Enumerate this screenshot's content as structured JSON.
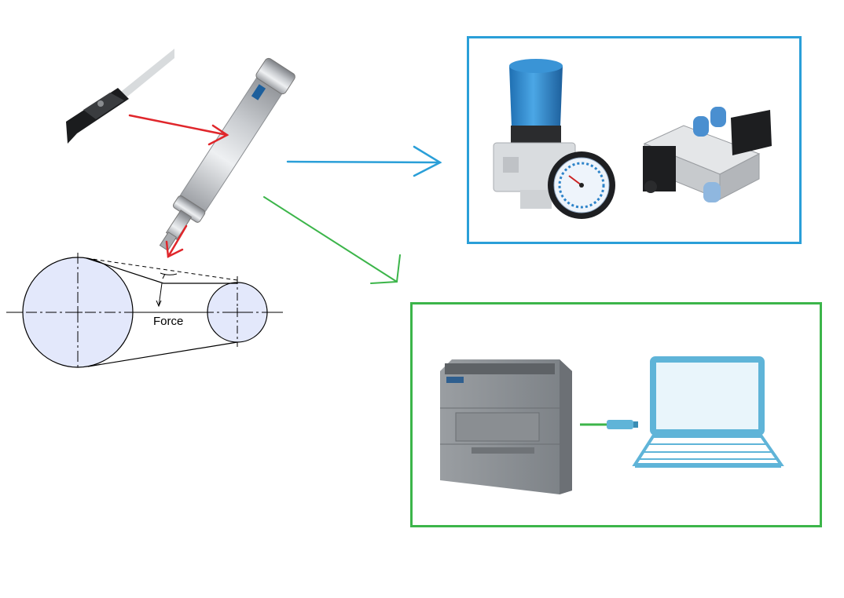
{
  "diagram": {
    "force_label": "Force",
    "colors": {
      "sensor_arrow": "#e0262b",
      "pneumatic_arrow": "#2a9fd8",
      "control_arrow": "#3cb54a",
      "pulley_fill": "#e3e8fb",
      "plc_body": "#8d9195",
      "laptop": "#5fb4d8"
    },
    "components": [
      {
        "name": "proximity-sensor",
        "icon": "sensor-icon"
      },
      {
        "name": "pneumatic-cylinder",
        "icon": "cylinder-icon"
      },
      {
        "name": "belt-pulley-system",
        "icon": "pulley-icon"
      },
      {
        "name": "pressure-regulator",
        "icon": "regulator-icon"
      },
      {
        "name": "solenoid-valve",
        "icon": "valve-icon"
      },
      {
        "name": "plc-controller",
        "icon": "plc-icon"
      },
      {
        "name": "usb-cable",
        "icon": "usb-icon"
      },
      {
        "name": "laptop",
        "icon": "laptop-icon"
      }
    ]
  }
}
